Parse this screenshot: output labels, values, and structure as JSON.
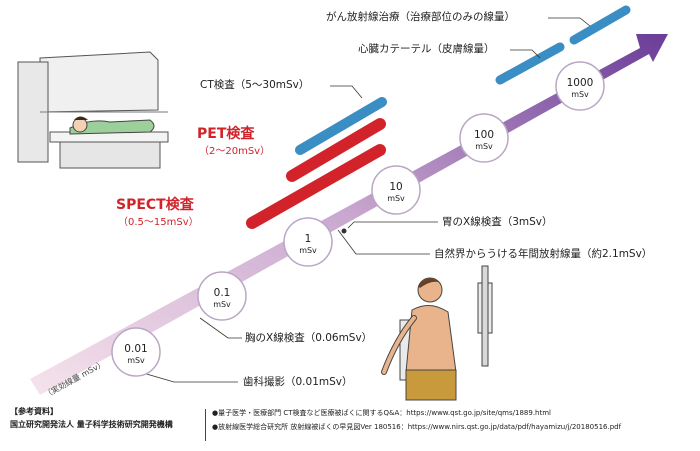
{
  "axis_label": "（実効線量 mSv）",
  "scale": [
    {
      "value": "0.01",
      "unit": "mSv"
    },
    {
      "value": "0.1",
      "unit": "mSv"
    },
    {
      "value": "1",
      "unit": "mSv"
    },
    {
      "value": "10",
      "unit": "mSv"
    },
    {
      "value": "100",
      "unit": "mSv"
    },
    {
      "value": "1000",
      "unit": "mSv"
    }
  ],
  "medical": {
    "ct": "CT検査（5～30mSv）",
    "pet": "PET検査",
    "pet_range": "（2～20mSv）",
    "spect": "SPECT検査",
    "spect_range": "（0.5～15mSv）",
    "catheter": "心臓カテーテル（皮膚線量）",
    "radiotherapy": "がん放射線治療（治療部位のみの線量）"
  },
  "reference_points": {
    "dental": "歯科撮影（0.01mSv）",
    "chest": "胸のX線検査（0.06mSv）",
    "stomach": "胃のX線検査（3mSv）",
    "natural": "自然界からうける年間放射線量（約2.1mSv）"
  },
  "colors": {
    "ct_bar": "#3a8ec4",
    "pet_bar": "#d2232a",
    "arrow_start": "#f6e3ec",
    "arrow_end": "#6a3c98"
  },
  "footer": {
    "title": "【参考資料】",
    "org": "国立研究開発法人 量子科学技術研究開発機構",
    "refs": [
      "●量子医学・医療部門 CT検査など医療被ばくに関するQ&A：https://www.qst.go.jp/site/qms/1889.html",
      "●放射線医学総合研究所 放射線被ばくの早見図Ver 180516：https://www.nirs.qst.go.jp/data/pdf/hayamizu/j/20180516.pdf"
    ]
  }
}
